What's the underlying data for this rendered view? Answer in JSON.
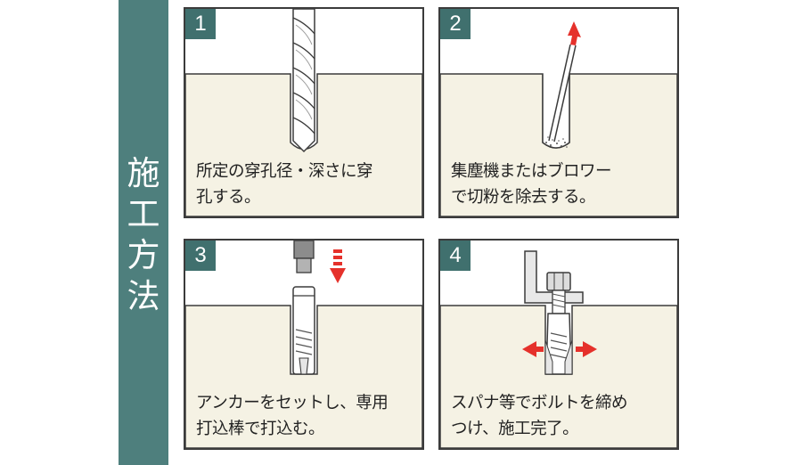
{
  "sidebar": {
    "title_chars": [
      "施",
      "工",
      "方",
      "法"
    ],
    "background": "#4e7f7d"
  },
  "colors": {
    "ground": "#f5f2e4",
    "badge": "#40706e",
    "border": "#3b3b3b",
    "arrow": "#e5312b"
  },
  "steps": [
    {
      "number": "1",
      "caption_lines": [
        "所定の穿孔径・深さに穿",
        "孔する。"
      ],
      "illustration": "drill-bit-icon"
    },
    {
      "number": "2",
      "caption_lines": [
        "集塵機またはブロワー",
        "で切粉を除去する。"
      ],
      "illustration": "blower-nozzle-icon"
    },
    {
      "number": "3",
      "caption_lines": [
        "アンカーをセットし、専用",
        "打込棒で打込む。"
      ],
      "illustration": "anchor-insert-icon"
    },
    {
      "number": "4",
      "caption_lines": [
        "スパナ等でボルトを締め",
        "つけ、施工完了。"
      ],
      "illustration": "bolt-tighten-icon"
    }
  ]
}
